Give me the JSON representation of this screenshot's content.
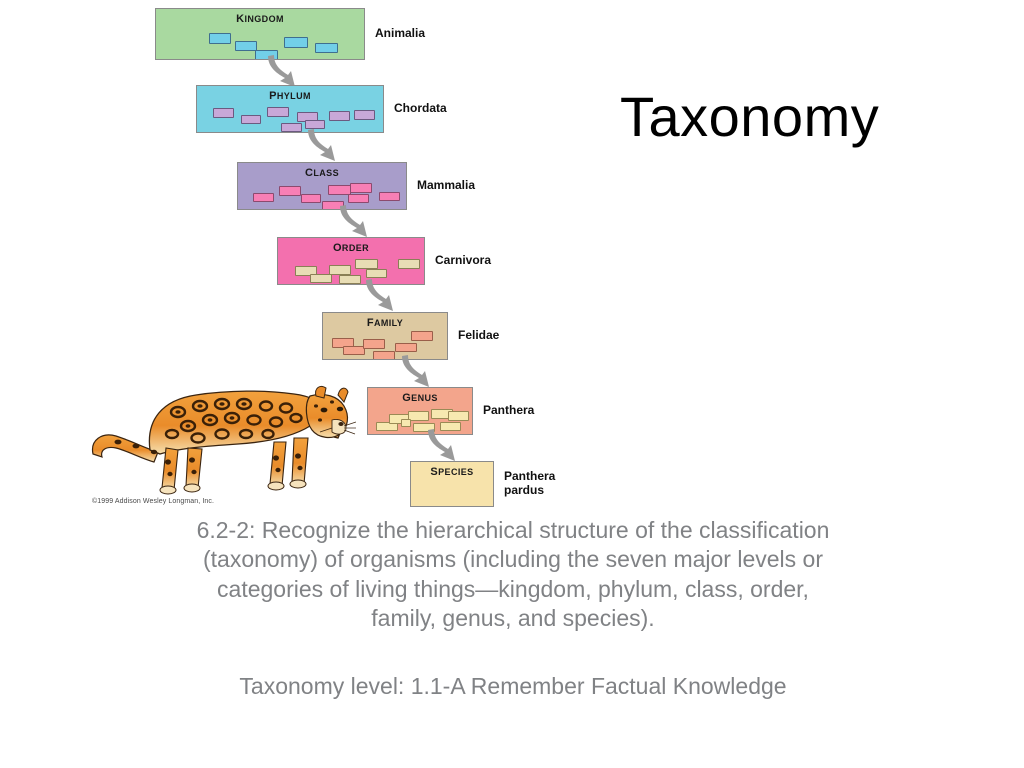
{
  "slide": {
    "title": "Taxonomy",
    "copyright": "©1999 Addison Wesley Longman, Inc.",
    "objective": "6.2-2:  Recognize the hierarchical structure of the classification (taxonomy) of organisms (including the seven major levels or categories of living things—kingdom, phylum, class, order, family, genus, and species).",
    "taxonomy_level": "Taxonomy level:   1.1-A   Remember Factual Knowledge"
  },
  "diagram": {
    "levels": [
      {
        "rank": "KINGDOM",
        "rank_first": "K",
        "rank_rest": "INGDOM",
        "example": "Animalia",
        "box_color": "#a9d9a0",
        "chip_color": "#72cfe8",
        "chip_border": "#3f6f8f",
        "chip_count": 5
      },
      {
        "rank": "PHYLUM",
        "rank_first": "P",
        "rank_rest": "HYLUM",
        "example": "Chordata",
        "box_color": "#79d2e3",
        "chip_color": "#c8a8d8",
        "chip_border": "#6b5a80",
        "chip_count": 8
      },
      {
        "rank": "CLASS",
        "rank_first": "C",
        "rank_rest": "LASS",
        "example": "Mammalia",
        "box_color": "#a89dca",
        "chip_color": "#f87fb5",
        "chip_border": "#8c4a6e",
        "chip_count": 8
      },
      {
        "rank": "ORDER",
        "rank_first": "O",
        "rank_rest": "RDER",
        "example": "Carnivora",
        "box_color": "#f370ae",
        "chip_color": "#e8ddb5",
        "chip_border": "#8a7f56",
        "chip_count": 7
      },
      {
        "rank": "FAMILY",
        "rank_first": "F",
        "rank_rest": "AMILY",
        "example": "Felidae",
        "box_color": "#ddc9a1",
        "chip_color": "#f4a48c",
        "chip_border": "#9a5f4a",
        "chip_count": 6
      },
      {
        "rank": "GENUS",
        "rank_first": "G",
        "rank_rest": "ENUS",
        "example": "Panthera",
        "box_color": "#f3a58c",
        "chip_color": "#f7e9b0",
        "chip_border": "#9a8a55",
        "chip_count": 8
      },
      {
        "rank": "SPECIES",
        "rank_first": "S",
        "rank_rest": "PECIES",
        "example": "Panthera\npardus",
        "box_color": "#f7e3ab",
        "chip_color": "#f7e3ab",
        "chip_border": "#9a8a55",
        "chip_count": 0
      }
    ],
    "arrow_color": "#9a9a9a",
    "illustration": "leopard-illustration"
  }
}
